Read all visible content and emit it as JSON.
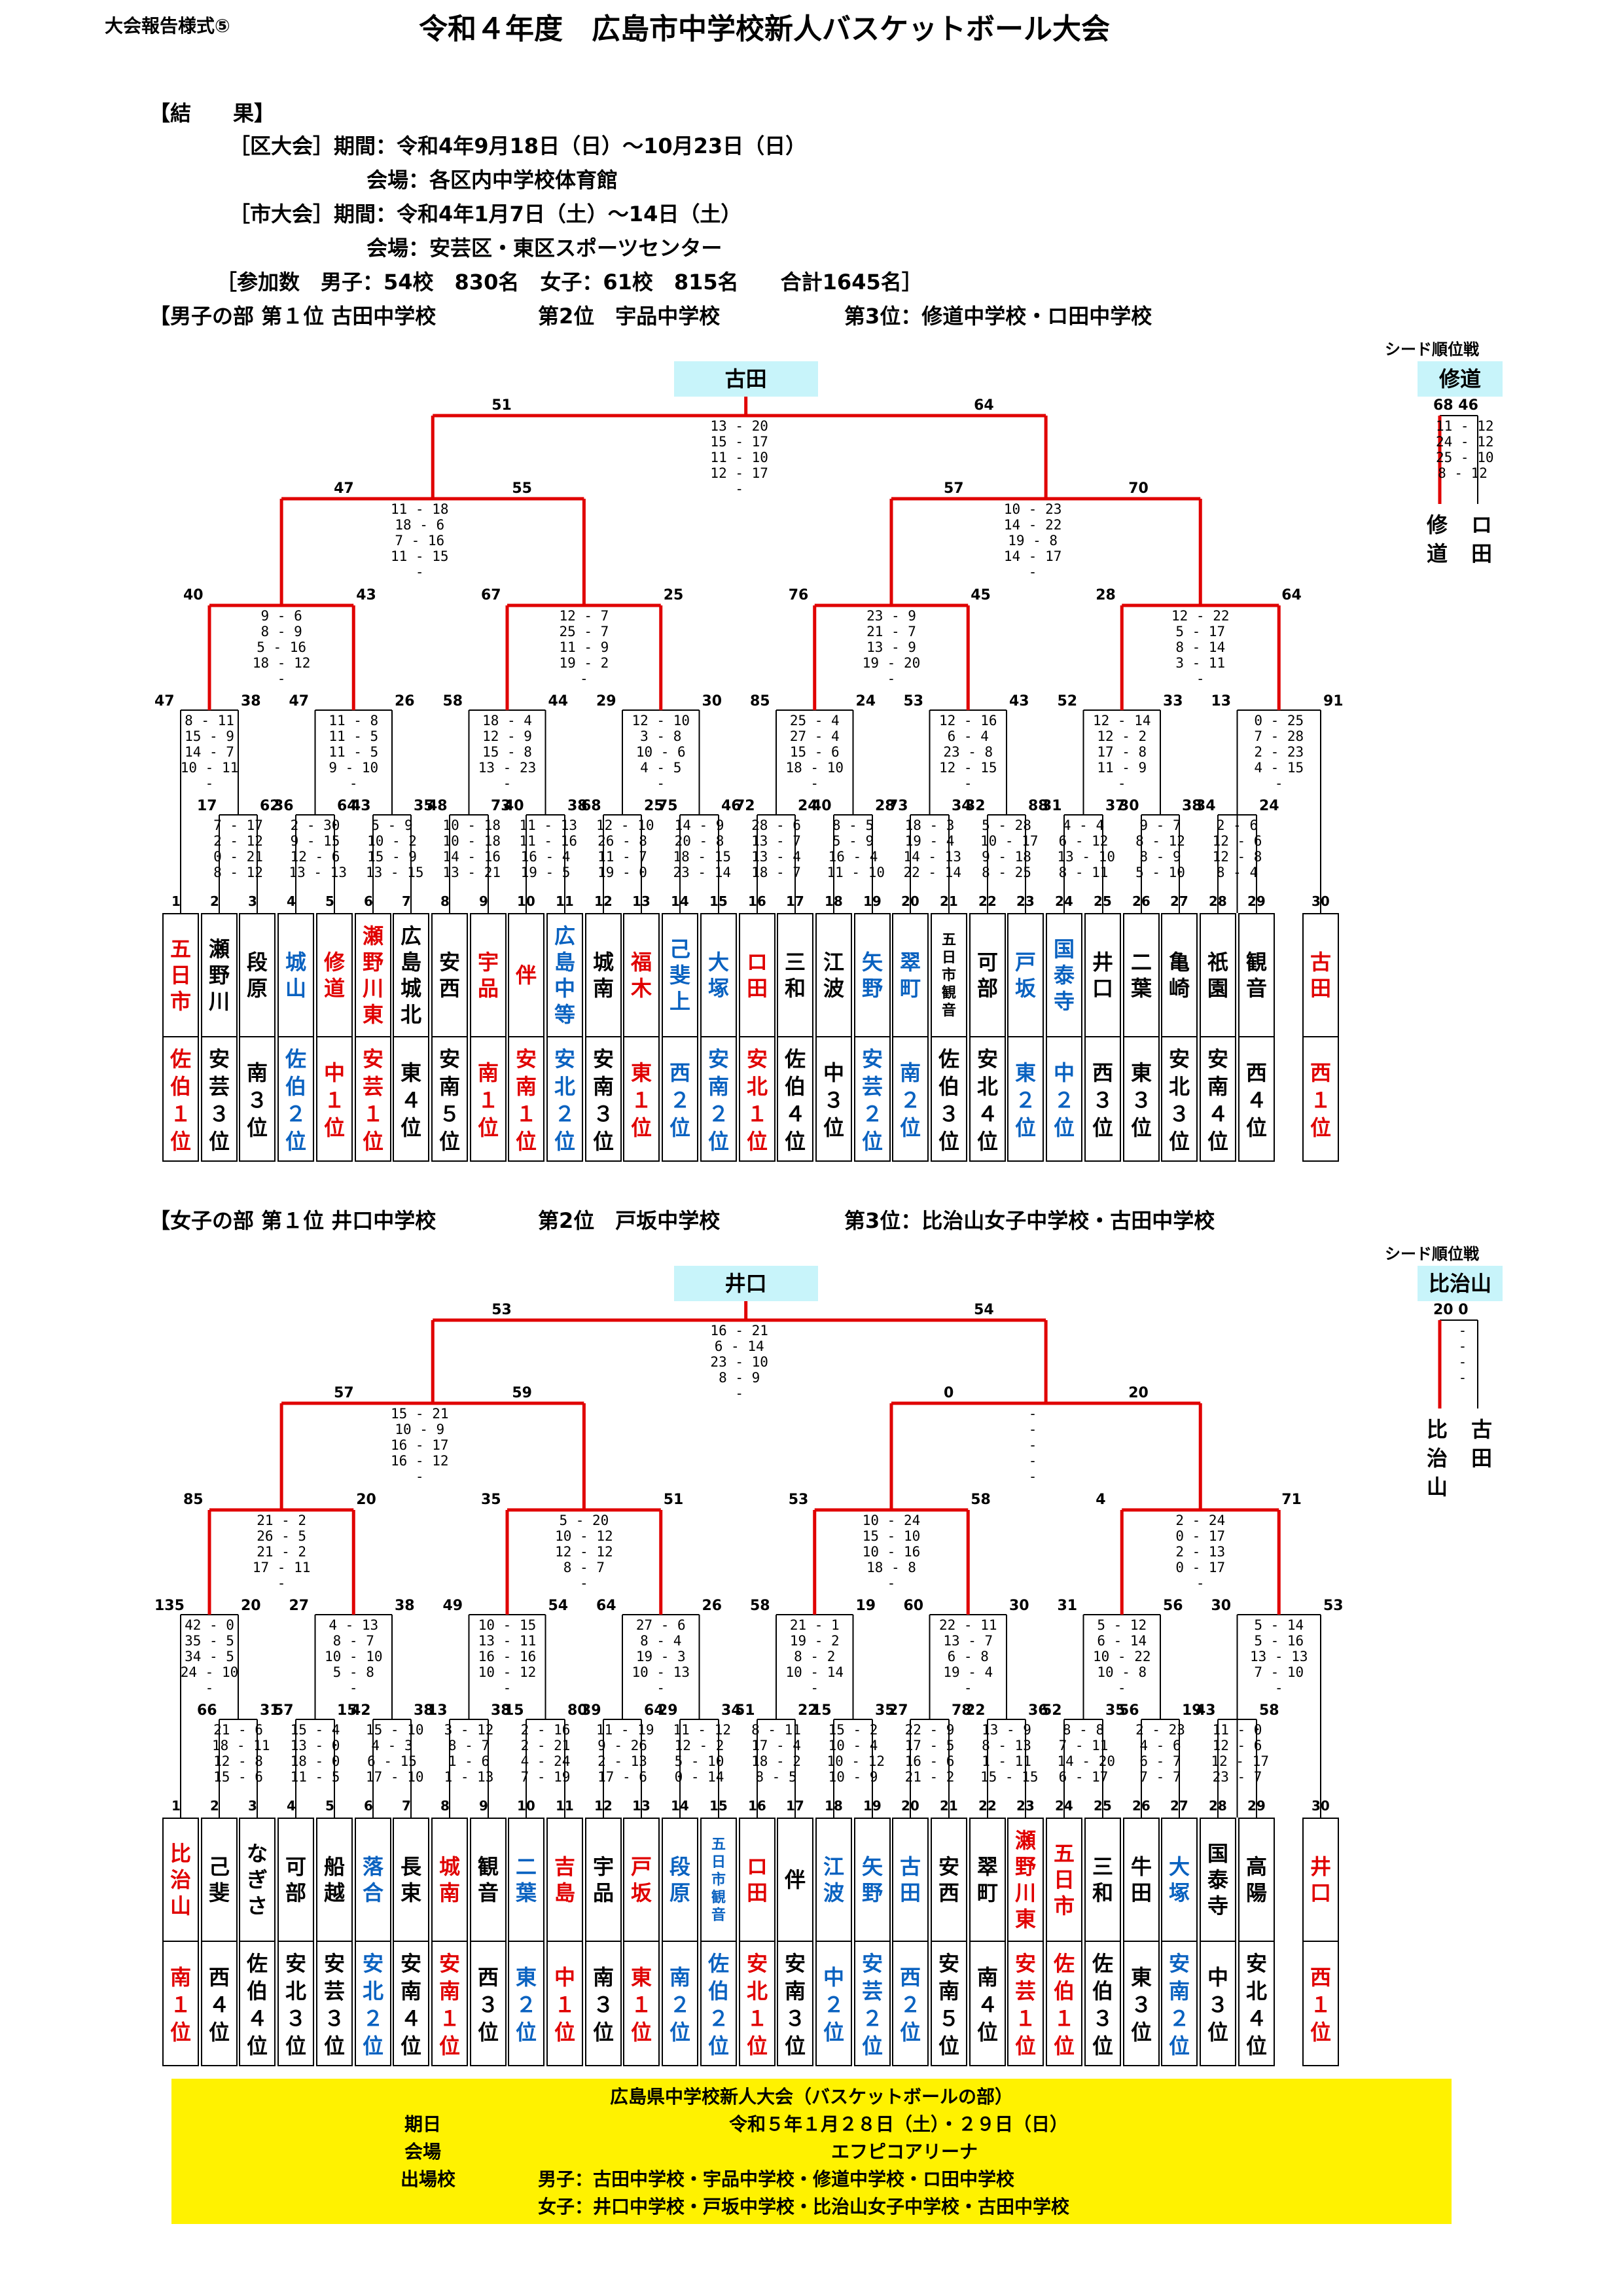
{
  "header": {
    "form_label": "大会報告様式⑤",
    "title": "令和４年度　広島市中学校新人バスケットボール大会"
  },
  "results": {
    "heading": "【結　　果】",
    "ward_period": "［区大会］期間：令和4年9月18日（日）〜10月23日（日）",
    "ward_venue": "会場：各区内中学校体育館",
    "city_period": "［市大会］期間：令和4年1月7日（土）〜14日（土）",
    "city_venue": "会場：安芸区・東区スポーツセンター",
    "participants": "［参加数　男子：54校　830名　女子：61校　815名　　合計1645名］"
  },
  "boys": {
    "heading": "【男子の部 第１位 古田中学校",
    "second": "第2位　宇品中学校",
    "third": "第3位：修道中学校・ロ田中学校",
    "winner": "古田",
    "seed_label": "シード順位戦",
    "seed_winner": "修道",
    "seed_scores": "68 46",
    "seed_detail": "11 - 12\n24 - 12\n25 - 10\n8 - 12",
    "seed_left": "修\n道",
    "seed_right": "ロ\n田",
    "final_l": "51",
    "final_r": "64",
    "final_detail": "13 - 20\n15 - 17\n11 - 10\n12 - 17\n-",
    "sf": [
      {
        "l": "47",
        "r": "55",
        "d": "11 - 18\n18 - 6\n7 - 16\n11 - 15\n-"
      },
      {
        "l": "57",
        "r": "70",
        "d": "10 - 23\n14 - 22\n19 - 8\n14 - 17\n-"
      }
    ],
    "qf": [
      {
        "l": "40",
        "r": "43",
        "d": "9 - 6\n8 - 9\n5 - 16\n18 - 12\n-"
      },
      {
        "l": "67",
        "r": "25",
        "d": "12 - 7\n25 - 7\n11 - 9\n19 - 2\n-"
      },
      {
        "l": "76",
        "r": "45",
        "d": "23 - 9\n21 - 7\n13 - 9\n19 - 20\n-"
      },
      {
        "l": "28",
        "r": "64",
        "d": "12 - 22\n5 - 17\n8 - 14\n3 - 11\n-"
      }
    ],
    "r3": [
      {
        "l": "47",
        "r": "38",
        "d": "8 - 11\n15 - 9\n14 - 7\n10 - 11\n-"
      },
      {
        "l": "47",
        "r": "26",
        "d": "11 - 8\n11 - 5\n11 - 5\n9 - 10\n-"
      },
      {
        "l": "58",
        "r": "44",
        "d": "18 - 4\n12 - 9\n15 - 8\n13 - 23\n-"
      },
      {
        "l": "29",
        "r": "30",
        "d": "12 - 10\n3 - 8\n10 - 6\n4 - 5\n-"
      },
      {
        "l": "85",
        "r": "24",
        "d": "25 - 4\n27 - 4\n15 - 6\n18 - 10\n-"
      },
      {
        "l": "53",
        "r": "43",
        "d": "12 - 16\n6 - 4\n23 - 8\n12 - 15\n-"
      },
      {
        "l": "52",
        "r": "33",
        "d": "12 - 14\n12 - 2\n17 - 8\n11 - 9\n-"
      },
      {
        "l": "13",
        "r": "91",
        "d": "0 - 25\n7 - 28\n2 - 23\n4 - 15\n-"
      }
    ],
    "r1": [
      {
        "l": "17",
        "r": "62",
        "d": "7 - 17\n2 - 12\n0 - 21\n8 - 12"
      },
      {
        "l": "36",
        "r": "64",
        "d": "2 - 30\n9 - 15\n12 - 6\n13 - 13"
      },
      {
        "l": "43",
        "r": "35",
        "d": "5 - 9\n10 - 2\n15 - 9\n13 - 15"
      },
      {
        "l": "48",
        "r": "73",
        "d": "10 - 18\n10 - 18\n14 - 16\n13 - 21"
      },
      {
        "l": "40",
        "r": "38",
        "d": "11 - 13\n11 - 16\n16 - 4\n19 - 5"
      },
      {
        "l": "68",
        "r": "25",
        "d": "12 - 10\n26 - 8\n11 - 7\n19 - 0"
      },
      {
        "l": "75",
        "r": "46",
        "d": "14 - 9\n20 - 8\n18 - 15\n23 - 14"
      },
      {
        "l": "72",
        "r": "24",
        "d": "28 - 6\n13 - 7\n13 - 4\n18 - 7"
      },
      {
        "l": "40",
        "r": "28",
        "d": "8 - 5\n5 - 9\n16 - 4\n11 - 10"
      },
      {
        "l": "73",
        "r": "34",
        "d": "18 - 3\n19 - 4\n14 - 13\n22 - 14"
      },
      {
        "l": "32",
        "r": "88",
        "d": "5 - 28\n10 - 17\n9 - 18\n8 - 25"
      },
      {
        "l": "31",
        "r": "37",
        "d": "4 - 4\n6 - 12\n13 - 10\n8 - 11"
      },
      {
        "l": "30",
        "r": "38",
        "d": "9 - 7\n8 - 12\n8 - 9\n5 - 10"
      },
      {
        "l": "34",
        "r": "24",
        "d": "2 - 6\n12 - 6\n12 - 8\n8 - 4"
      }
    ],
    "teams": [
      {
        "n": "1",
        "name": "五日市",
        "dist": "佐伯１位",
        "c": "red"
      },
      {
        "n": "2",
        "name": "瀬野川",
        "dist": "安芸３位",
        "c": "blk"
      },
      {
        "n": "3",
        "name": "段原",
        "dist": "南３位",
        "c": "blk"
      },
      {
        "n": "4",
        "name": "城山",
        "dist": "佐伯２位",
        "c": "blue"
      },
      {
        "n": "5",
        "name": "修道",
        "dist": "中１位",
        "c": "red"
      },
      {
        "n": "6",
        "name": "瀬野川東",
        "dist": "安芸１位",
        "c": "red"
      },
      {
        "n": "7",
        "name": "広島城北",
        "dist": "東４位",
        "c": "blk"
      },
      {
        "n": "8",
        "name": "安西",
        "dist": "安南５位",
        "c": "blk"
      },
      {
        "n": "9",
        "name": "宇品",
        "dist": "南１位",
        "c": "red"
      },
      {
        "n": "10",
        "name": "伴",
        "dist": "安南１位",
        "c": "red"
      },
      {
        "n": "11",
        "name": "広島中等",
        "dist": "安北２位",
        "c": "blue"
      },
      {
        "n": "12",
        "name": "城南",
        "dist": "安南３位",
        "c": "blk"
      },
      {
        "n": "13",
        "name": "福木",
        "dist": "東１位",
        "c": "red"
      },
      {
        "n": "14",
        "name": "己斐上",
        "dist": "西２位",
        "c": "blue"
      },
      {
        "n": "15",
        "name": "大塚",
        "dist": "安南２位",
        "c": "blue"
      },
      {
        "n": "16",
        "name": "ロ田",
        "dist": "安北１位",
        "c": "red"
      },
      {
        "n": "17",
        "name": "三和",
        "dist": "佐伯４位",
        "c": "blk"
      },
      {
        "n": "18",
        "name": "江波",
        "dist": "中３位",
        "c": "blk"
      },
      {
        "n": "19",
        "name": "矢野",
        "dist": "安芸２位",
        "c": "blue"
      },
      {
        "n": "20",
        "name": "翠町",
        "dist": "南２位",
        "c": "blue"
      },
      {
        "n": "21",
        "name": "五日市観音",
        "dist": "佐伯３位",
        "c": "blk",
        "s": true
      },
      {
        "n": "22",
        "name": "可部",
        "dist": "安北４位",
        "c": "blk"
      },
      {
        "n": "23",
        "name": "戸坂",
        "dist": "東２位",
        "c": "blue"
      },
      {
        "n": "24",
        "name": "国泰寺",
        "dist": "中２位",
        "c": "blue"
      },
      {
        "n": "25",
        "name": "井口",
        "dist": "西３位",
        "c": "blk"
      },
      {
        "n": "26",
        "name": "二葉",
        "dist": "東３位",
        "c": "blk"
      },
      {
        "n": "27",
        "name": "亀崎",
        "dist": "安北３位",
        "c": "blk"
      },
      {
        "n": "28",
        "name": "祇園",
        "dist": "安南４位",
        "c": "blk"
      },
      {
        "n": "29",
        "name": "観音",
        "dist": "西４位",
        "c": "blk"
      },
      {
        "n": "30",
        "name": "古田",
        "dist": "西１位",
        "c": "red"
      }
    ]
  },
  "girls": {
    "heading": "【女子の部 第１位 井口中学校",
    "second": "第2位　戸坂中学校",
    "third": "第3位：比治山女子中学校・古田中学校",
    "winner": "井口",
    "seed_label": "シード順位戦",
    "seed_winner": "比治山",
    "seed_scores": "20 0",
    "seed_detail": "-\n-\n-\n-",
    "seed_left": "比\n治\n山",
    "seed_right": "古\n田",
    "final_l": "53",
    "final_r": "54",
    "final_detail": "16 - 21\n6 - 14\n23 - 10\n8 - 9\n-",
    "sf": [
      {
        "l": "57",
        "r": "59",
        "d": "15 - 21\n10 - 9\n16 - 17\n16 - 12\n-"
      },
      {
        "l": "0",
        "r": "20",
        "d": "-\n-\n-\n-\n-"
      }
    ],
    "qf": [
      {
        "l": "85",
        "r": "20",
        "d": "21 - 2\n26 - 5\n21 - 2\n17 - 11\n-"
      },
      {
        "l": "35",
        "r": "51",
        "d": "5 - 20\n10 - 12\n12 - 12\n8 - 7\n-"
      },
      {
        "l": "53",
        "r": "58",
        "d": "10 - 24\n15 - 10\n10 - 16\n18 - 8\n-"
      },
      {
        "l": "4",
        "r": "71",
        "d": "2 - 24\n0 - 17\n2 - 13\n0 - 17\n-"
      }
    ],
    "r3": [
      {
        "l": "135",
        "r": "20",
        "d": "42 - 0\n35 - 5\n34 - 5\n24 - 10\n-"
      },
      {
        "l": "27",
        "r": "38",
        "d": "4 - 13\n8 - 7\n10 - 10\n5 - 8\n-"
      },
      {
        "l": "49",
        "r": "54",
        "d": "10 - 15\n13 - 11\n16 - 16\n10 - 12\n-"
      },
      {
        "l": "64",
        "r": "26",
        "d": "27 - 6\n8 - 4\n19 - 3\n10 - 13\n-"
      },
      {
        "l": "58",
        "r": "19",
        "d": "21 - 1\n19 - 2\n8 - 2\n10 - 14\n-"
      },
      {
        "l": "60",
        "r": "30",
        "d": "22 - 11\n13 - 7\n6 - 8\n19 - 4\n-"
      },
      {
        "l": "31",
        "r": "56",
        "d": "5 - 12\n6 - 14\n10 - 22\n10 - 8\n-"
      },
      {
        "l": "30",
        "r": "53",
        "d": "5 - 14\n5 - 16\n13 - 13\n7 - 10\n-"
      }
    ],
    "r1": [
      {
        "l": "66",
        "r": "31",
        "d": "21 - 6\n18 - 11\n12 - 8\n15 - 6"
      },
      {
        "l": "57",
        "r": "15",
        "d": "15 - 4\n13 - 0\n18 - 0\n11 - 5"
      },
      {
        "l": "42",
        "r": "38",
        "d": "15 - 10\n4 - 3\n6 - 15\n17 - 10"
      },
      {
        "l": "13",
        "r": "38",
        "d": "3 - 12\n8 - 7\n1 - 6\n1 - 13"
      },
      {
        "l": "15",
        "r": "80",
        "d": "2 - 16\n2 - 21\n4 - 24\n7 - 19"
      },
      {
        "l": "39",
        "r": "64",
        "d": "11 - 19\n9 - 26\n2 - 13\n17 - 6"
      },
      {
        "l": "29",
        "r": "34",
        "d": "11 - 12\n12 - 2\n5 - 10\n0 - 14"
      },
      {
        "l": "51",
        "r": "22",
        "d": "8 - 11\n17 - 4\n18 - 2\n8 - 5"
      },
      {
        "l": "15",
        "r": "35",
        "d": "15 - 2\n10 - 4\n10 - 12\n10 - 9"
      },
      {
        "l": "27",
        "r": "78",
        "d": "22 - 9\n17 - 5\n16 - 6\n21 - 2"
      },
      {
        "l": "22",
        "r": "36",
        "d": "13 - 9\n8 - 13\n1 - 11\n15 - 15"
      },
      {
        "l": "52",
        "r": "35",
        "d": "8 - 8\n7 - 11\n14 - 20\n6 - 17"
      },
      {
        "l": "56",
        "r": "19",
        "d": "2 - 23\n4 - 6\n6 - 7\n7 - 7"
      },
      {
        "l": "43",
        "r": "58",
        "d": "11 - 0\n12 - 6\n12 - 17\n23 - 7"
      }
    ],
    "teams": [
      {
        "n": "1",
        "name": "比治山",
        "dist": "南１位",
        "c": "red"
      },
      {
        "n": "2",
        "name": "己斐",
        "dist": "西４位",
        "c": "blk"
      },
      {
        "n": "3",
        "name": "なぎさ",
        "dist": "佐伯４位",
        "c": "blk"
      },
      {
        "n": "4",
        "name": "可部",
        "dist": "安北３位",
        "c": "blk"
      },
      {
        "n": "5",
        "name": "船越",
        "dist": "安芸３位",
        "c": "blk"
      },
      {
        "n": "6",
        "name": "落合",
        "dist": "安北２位",
        "c": "blue"
      },
      {
        "n": "7",
        "name": "長束",
        "dist": "安南４位",
        "c": "blk"
      },
      {
        "n": "8",
        "name": "城南",
        "dist": "安南１位",
        "c": "red"
      },
      {
        "n": "9",
        "name": "観音",
        "dist": "西３位",
        "c": "blk"
      },
      {
        "n": "10",
        "name": "二葉",
        "dist": "東２位",
        "c": "blue"
      },
      {
        "n": "11",
        "name": "吉島",
        "dist": "中１位",
        "c": "red"
      },
      {
        "n": "12",
        "name": "宇品",
        "dist": "南３位",
        "c": "blk"
      },
      {
        "n": "13",
        "name": "戸坂",
        "dist": "東１位",
        "c": "red"
      },
      {
        "n": "14",
        "name": "段原",
        "dist": "南２位",
        "c": "blue"
      },
      {
        "n": "15",
        "name": "五日市観音",
        "dist": "佐伯２位",
        "c": "blue",
        "s": true
      },
      {
        "n": "16",
        "name": "ロ田",
        "dist": "安北１位",
        "c": "red"
      },
      {
        "n": "17",
        "name": "伴",
        "dist": "安南３位",
        "c": "blk"
      },
      {
        "n": "18",
        "name": "江波",
        "dist": "中２位",
        "c": "blue"
      },
      {
        "n": "19",
        "name": "矢野",
        "dist": "安芸２位",
        "c": "blue"
      },
      {
        "n": "20",
        "name": "古田",
        "dist": "西２位",
        "c": "blue"
      },
      {
        "n": "21",
        "name": "安西",
        "dist": "安南５位",
        "c": "blk"
      },
      {
        "n": "22",
        "name": "翠町",
        "dist": "南４位",
        "c": "blk"
      },
      {
        "n": "23",
        "name": "瀬野川東",
        "dist": "安芸１位",
        "c": "red"
      },
      {
        "n": "24",
        "name": "五日市",
        "dist": "佐伯１位",
        "c": "red"
      },
      {
        "n": "25",
        "name": "三和",
        "dist": "佐伯３位",
        "c": "blk"
      },
      {
        "n": "26",
        "name": "牛田",
        "dist": "東３位",
        "c": "blk"
      },
      {
        "n": "27",
        "name": "大塚",
        "dist": "安南２位",
        "c": "blue"
      },
      {
        "n": "28",
        "name": "国泰寺",
        "dist": "中３位",
        "c": "blk"
      },
      {
        "n": "29",
        "name": "高陽",
        "dist": "安北４位",
        "c": "blk"
      },
      {
        "n": "30",
        "name": "井口",
        "dist": "西１位",
        "c": "red"
      }
    ]
  },
  "prefectural": {
    "title": "広島県中学校新人大会（バスケットボールの部）",
    "date_label": "期日",
    "date_value": "令和５年１月２８日（土）・２９日（日）",
    "venue_label": "会場",
    "venue_value": "エフピコアリーナ",
    "teams_label": "出場校",
    "boys_line": "男子：古田中学校・宇品中学校・修道中学校・ロ田中学校",
    "girls_line": "女子：井口中学校・戸坂中学校・比治山女子中学校・古田中学校"
  }
}
